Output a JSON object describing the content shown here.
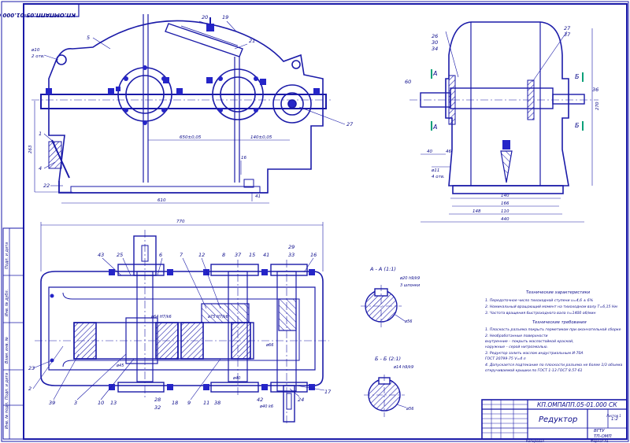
{
  "colors": {
    "line": "#1a1aa8",
    "fill": "#2525c8",
    "text": "#0a0a8a",
    "paper": "#ffffff"
  },
  "frame": {
    "doc_code_rotated": "КП.ОМПАПП.05-01.000 СК",
    "left_strip_labels": [
      "Инв. № подл.",
      "Подп. и дата",
      "Взам. инв. №",
      "Инв. № дубл.",
      "Подп. и дата"
    ]
  },
  "front_view": {
    "callouts": [
      "20",
      "19",
      "5",
      "21",
      "27",
      "1",
      "4",
      "22",
      "ø10",
      "2 отв."
    ],
    "dims": [
      "650±0,05",
      "140±0,05",
      "263",
      "41",
      "16",
      "610"
    ]
  },
  "side_view": {
    "callouts": [
      "26",
      "30",
      "34",
      "27",
      "37",
      "60",
      "36"
    ],
    "section_letters": [
      "A",
      "A",
      "Б",
      "Б"
    ],
    "dims": [
      "40",
      "46",
      "140",
      "166",
      "110",
      "148",
      "440",
      "ø11",
      "4 отв.",
      "270"
    ]
  },
  "top_view": {
    "overall_dim": "770",
    "callouts_top": [
      "43",
      "25",
      "6",
      "7",
      "12",
      "8",
      "37",
      "15",
      "41",
      "29",
      "33",
      "16"
    ],
    "callouts_bottom": [
      "2",
      "39",
      "3",
      "10",
      "13",
      "28",
      "32",
      "18",
      "9",
      "11",
      "38",
      "42",
      "24",
      "17",
      "23"
    ],
    "fits": [
      "ø64 H7/k6",
      "ø75 H7/k6",
      "ø45",
      "ø66",
      "ø40 k6",
      "ø40"
    ]
  },
  "sections": [
    {
      "title": "А - А (1:1)",
      "fit": "ø20 h9/k9",
      "dia": "ø56",
      "note": "3 шпонки"
    },
    {
      "title": "Б - Б (2:1)",
      "fit": "ø14 h9/k9",
      "dia": "ø56"
    }
  ],
  "tech_title": "Технические характеристики",
  "tech_lines": [
    "1. Передаточное число тихоходной ступени u=4,6 ± 6%",
    "2. Номинальный вращающий момент на тихоходном валу T=6,15 Нм",
    "3. Частота вращения быстроходного вала n=1400 об/мин"
  ],
  "req_title": "Технические требования",
  "req_lines": [
    "1. Плоскость разъема покрыть герметиком при окончательной сборке",
    "2. Необработанные поверхности",
    "   внутренние – покрыть маслостойкой краской,",
    "   наружные – серой нитроэмалью.",
    "3. Редуктор залить маслом индустриальным И-70А",
    "   ГОСТ 20799-75 V=4 л",
    "4. Допускается подтекание по плоскости разъема не более 1/3 объема",
    "   откручиваемой крышки по ГОСТ 1-13 ГОСТ 8.57-61"
  ],
  "title_block": {
    "doc_code": "КП.ОМПАПП.05-01.000 СК",
    "name": "Редуктор",
    "scale": "1:2",
    "org_line1": "ВГТУ",
    "org_line2": "ТП-ОМП",
    "sheet": "Листов 1",
    "copy_label": "Копировал",
    "format_label": "Формат А1"
  }
}
